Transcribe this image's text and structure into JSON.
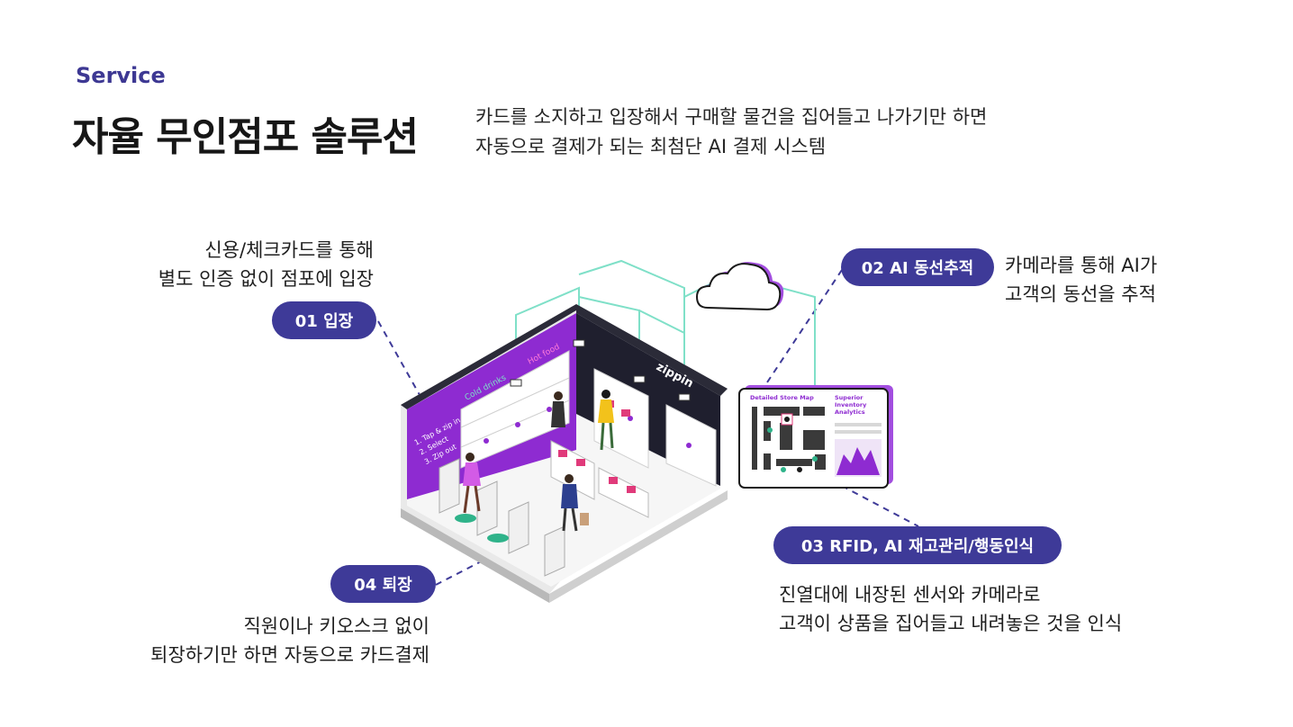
{
  "header": {
    "eyebrow": "Service",
    "title": "자율 무인점포 솔루션",
    "intro_lines": [
      "카드를 소지하고 입장해서 구매할 물건을 집어들고 나가기만 하면",
      "자동으로 결제가 되는 최첨단 AI 결제 시스템"
    ]
  },
  "steps": [
    {
      "label": "01 입장",
      "lines": [
        "신용/체크카드를 통해",
        "별도 인증 없이 점포에 입장"
      ]
    },
    {
      "label": "02 AI 동선추적",
      "lines": [
        "카메라를 통해 AI가",
        "고객의 동선을 추적"
      ]
    },
    {
      "label": "03 RFID, AI 재고관리/행동인식",
      "lines": [
        "진열대에 내장된 센서와 카메라로",
        "고객이 상품을 집어들고 내려놓은 것을 인식"
      ]
    },
    {
      "label": "04 퇴장",
      "lines": [
        "직원이나 키오스크 없이",
        "퇴장하기만 하면 자동으로 카드결제"
      ]
    }
  ],
  "illustration": {
    "brand": "zippin",
    "signs": [
      "Cold drinks",
      "Hot food"
    ],
    "wall_steps": [
      "1. Tap & zip in",
      "2. Select",
      "3. Zip out"
    ],
    "dashboard": {
      "map_title": "Detailed Store Map",
      "analytics_title": [
        "Superior",
        "Inventory",
        "Analytics"
      ]
    },
    "colors": {
      "accent": "#3e3a98",
      "brand_purple": "#8e2bd1",
      "cable": "#7fe0c8",
      "dashed": "#3e3a98"
    },
    "icons": [
      "cloud-icon",
      "camera-icon"
    ]
  }
}
